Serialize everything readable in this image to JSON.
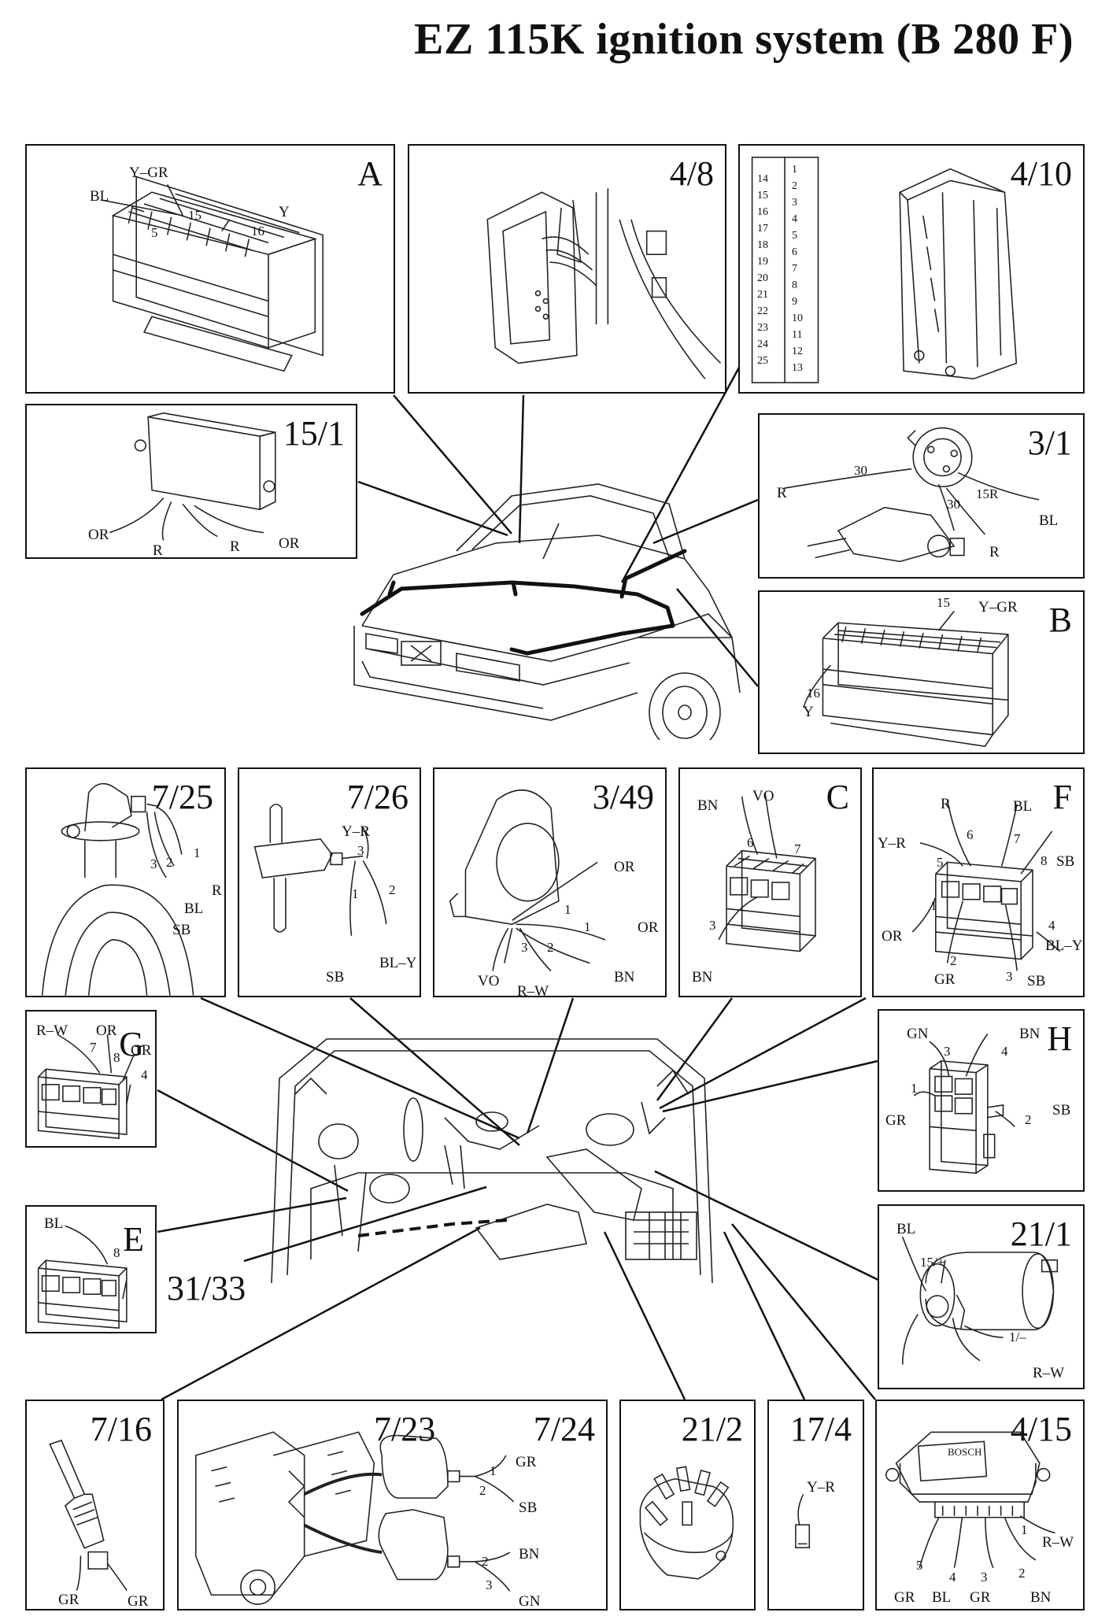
{
  "title": "EZ 115K ignition system (B 280 F)",
  "panels": {
    "A": {
      "code": "A",
      "labels": {
        "ygr": "Y–GR",
        "bl": "BL",
        "y": "Y",
        "n15": "15",
        "n16": "16",
        "n5": "5"
      }
    },
    "p4_8": {
      "code": "4/8"
    },
    "p4_10": {
      "code": "4/10",
      "pins_left": [
        "14",
        "15",
        "16",
        "17",
        "18",
        "19",
        "20",
        "21",
        "22",
        "23",
        "24",
        "25"
      ],
      "pins_right": [
        "1",
        "2",
        "3",
        "4",
        "5",
        "6",
        "7",
        "8",
        "9",
        "10",
        "11",
        "12",
        "13"
      ]
    },
    "p15_1": {
      "code": "15/1",
      "labels": {
        "or1": "OR",
        "r1": "R",
        "r2": "R",
        "or2": "OR"
      }
    },
    "p3_1": {
      "code": "3/1",
      "labels": {
        "n30a": "30",
        "r_left": "R",
        "n15r": "15R",
        "n30b": "30",
        "bl": "BL",
        "r_bottom": "R"
      }
    },
    "B": {
      "code": "B",
      "labels": {
        "n15": "15",
        "ygr": "Y–GR",
        "n16": "16",
        "y": "Y"
      }
    },
    "p7_25": {
      "code": "7/25",
      "labels": {
        "n1": "1",
        "n2": "2",
        "n3": "3",
        "r": "R",
        "bl": "BL",
        "sb": "SB"
      }
    },
    "p7_26": {
      "code": "7/26",
      "labels": {
        "yr": "Y–R",
        "n3": "3",
        "n2": "2",
        "n1": "1",
        "sb": "SB",
        "bly": "BL–Y"
      }
    },
    "p3_49": {
      "code": "3/49",
      "labels": {
        "or1": "OR",
        "n1a": "1",
        "n1b": "1",
        "or2": "OR",
        "n3": "3",
        "n2": "2",
        "vo": "VO",
        "rw": "R–W",
        "bn": "BN"
      }
    },
    "C": {
      "code": "C",
      "labels": {
        "bn_top": "BN",
        "vo": "VO",
        "n6": "6",
        "n7": "7",
        "n3": "3",
        "bn_bottom": "BN"
      }
    },
    "F": {
      "code": "F",
      "labels": {
        "r": "R",
        "bl": "BL",
        "n6": "6",
        "n7": "7",
        "yr": "Y–R",
        "n5": "5",
        "n8": "8",
        "sb_top": "SB",
        "n1": "1",
        "or": "OR",
        "n4": "4",
        "bly": "BL–Y",
        "n2": "2",
        "gr": "GR",
        "n3": "3",
        "sb_bottom": "SB"
      }
    },
    "G": {
      "code": "G",
      "labels": {
        "rw": "R–W",
        "or": "OR",
        "n7": "7",
        "n8": "8",
        "gr": "GR",
        "n4": "4"
      }
    },
    "H": {
      "code": "H",
      "labels": {
        "gn": "GN",
        "bn": "BN",
        "n3": "3",
        "n4": "4",
        "n1": "1",
        "gr": "GR",
        "n2": "2",
        "sb": "SB"
      }
    },
    "E": {
      "code": "E",
      "labels": {
        "bl": "BL",
        "n8": "8"
      }
    },
    "p21_1": {
      "code": "21/1",
      "labels": {
        "bl": "BL",
        "n15": "15/+",
        "n1": "1/–",
        "rw": "R–W"
      }
    },
    "p7_16": {
      "code": "7/16",
      "labels": {
        "gr1": "GR",
        "gr2": "GR"
      }
    },
    "p7_23": {
      "code": "7/23",
      "code2": "7/24",
      "labels": {
        "n1a": "1",
        "gr": "GR",
        "n2a": "2",
        "sb": "SB",
        "n2b": "2",
        "bn": "BN",
        "n3": "3",
        "gn": "GN"
      }
    },
    "p21_2": {
      "code": "21/2"
    },
    "p17_4": {
      "code": "17/4",
      "labels": {
        "yr": "Y–R"
      }
    },
    "p4_15": {
      "code": "4/15",
      "labels": {
        "bosch": "BOSCH",
        "n1": "1",
        "rw": "R–W",
        "n5": "5",
        "n4": "4",
        "n3": "3",
        "n2": "2",
        "gr1": "GR",
        "bl": "BL",
        "gr2": "GR",
        "bn": "BN"
      }
    }
  },
  "callout": "31/33"
}
